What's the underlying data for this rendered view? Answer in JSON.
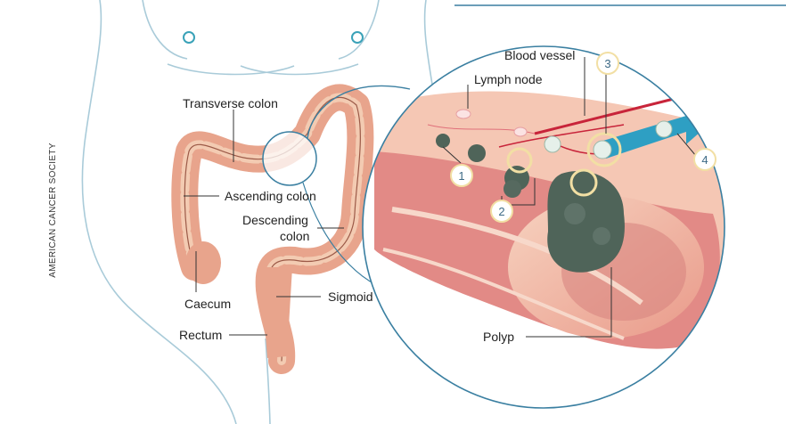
{
  "source": "AMERICAN CANCER SOCIETY",
  "labels": {
    "transverse": "Transverse colon",
    "ascending": "Ascending colon",
    "descending_1": "Descending",
    "descending_2": "colon",
    "caecum": "Caecum",
    "sigmoid": "Sigmoid",
    "rectum": "Rectum",
    "blood_vessel": "Blood vessel",
    "lymph_node": "Lymph node",
    "polyp": "Polyp"
  },
  "stages": [
    "1",
    "2",
    "3",
    "4"
  ],
  "colors": {
    "outline": "#a9cbd9",
    "colon": "#e8a48c",
    "colon_light": "#f3cbb2",
    "tumor": "#4f6459",
    "vessel": "#c8243a",
    "arrow": "#2e9fc3",
    "stage_ring": "#f2dfa4"
  }
}
